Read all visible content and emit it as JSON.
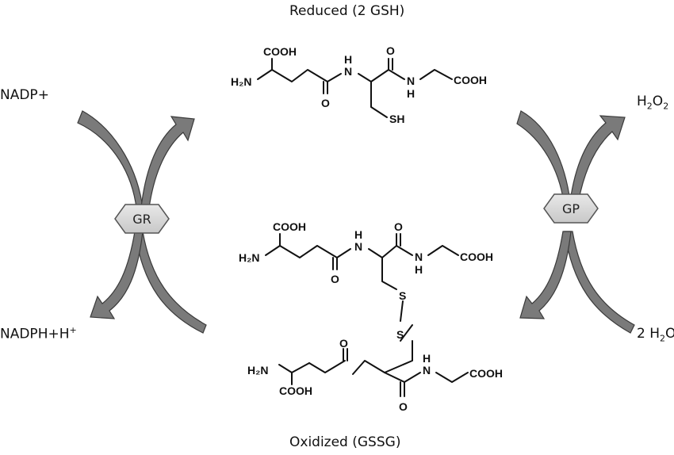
{
  "labels": {
    "reduced": "Reduced (2 GSH)",
    "oxidized": "Oxidized (GSSG)",
    "nadp": "NADP+",
    "nadph": "NADPH+H",
    "nadph_sup": "+",
    "h2o2_main": "H",
    "h2o2_sub1": "2",
    "h2o2_mid": "O",
    "h2o2_sub2": "2",
    "water_main": "2 H",
    "water_sub": "2",
    "water_end": "O"
  },
  "enzymes": {
    "left": "GR",
    "right": "GP"
  },
  "chem": {
    "cooh": "COOH",
    "h2n": "H₂N",
    "n": "N",
    "h": "H",
    "o": "O",
    "sh": "SH",
    "s": "S"
  }
}
